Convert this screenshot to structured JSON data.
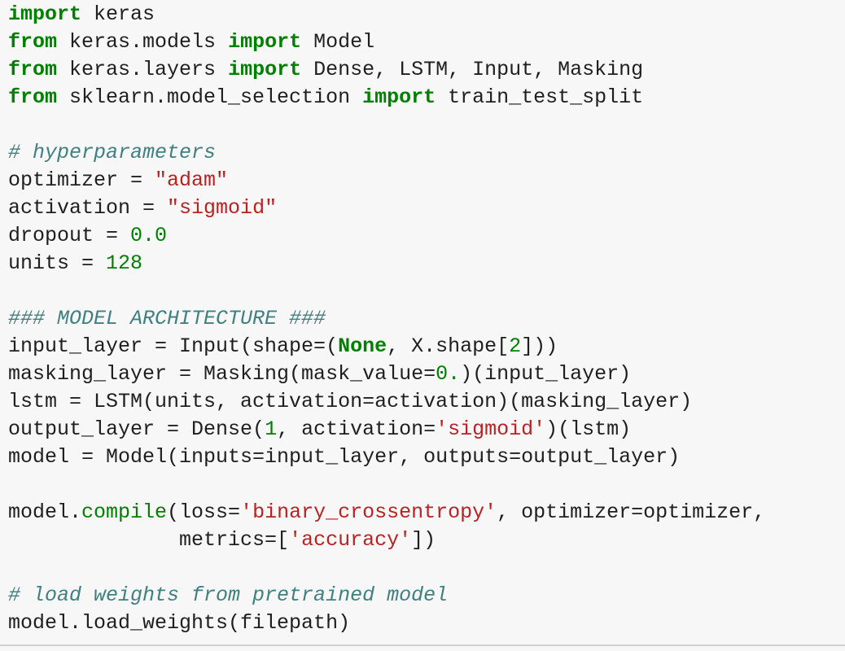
{
  "code_cell": {
    "lines": [
      [
        {
          "t": "kw",
          "v": "import"
        },
        {
          "t": "txt",
          "v": " keras"
        }
      ],
      [
        {
          "t": "kw",
          "v": "from"
        },
        {
          "t": "txt",
          "v": " keras.models "
        },
        {
          "t": "kw",
          "v": "import"
        },
        {
          "t": "txt",
          "v": " Model"
        }
      ],
      [
        {
          "t": "kw",
          "v": "from"
        },
        {
          "t": "txt",
          "v": " keras.layers "
        },
        {
          "t": "kw",
          "v": "import"
        },
        {
          "t": "txt",
          "v": " Dense, LSTM, Input, Masking"
        }
      ],
      [
        {
          "t": "kw",
          "v": "from"
        },
        {
          "t": "txt",
          "v": " sklearn.model_selection "
        },
        {
          "t": "kw",
          "v": "import"
        },
        {
          "t": "txt",
          "v": " train_test_split"
        }
      ],
      [],
      [
        {
          "t": "cmt",
          "v": "# hyperparameters"
        }
      ],
      [
        {
          "t": "txt",
          "v": "optimizer = "
        },
        {
          "t": "str",
          "v": "\"adam\""
        }
      ],
      [
        {
          "t": "txt",
          "v": "activation = "
        },
        {
          "t": "str",
          "v": "\"sigmoid\""
        }
      ],
      [
        {
          "t": "txt",
          "v": "dropout = "
        },
        {
          "t": "num",
          "v": "0.0"
        }
      ],
      [
        {
          "t": "txt",
          "v": "units = "
        },
        {
          "t": "num",
          "v": "128"
        }
      ],
      [],
      [
        {
          "t": "cmt",
          "v": "### MODEL ARCHITECTURE ###"
        }
      ],
      [
        {
          "t": "txt",
          "v": "input_layer = Input(shape=("
        },
        {
          "t": "kw",
          "v": "None"
        },
        {
          "t": "txt",
          "v": ", X.shape["
        },
        {
          "t": "num",
          "v": "2"
        },
        {
          "t": "txt",
          "v": "]))"
        }
      ],
      [
        {
          "t": "txt",
          "v": "masking_layer = Masking(mask_value="
        },
        {
          "t": "num",
          "v": "0."
        },
        {
          "t": "txt",
          "v": ")(input_layer)"
        }
      ],
      [
        {
          "t": "txt",
          "v": "lstm = LSTM(units, activation=activation)(masking_layer)"
        }
      ],
      [
        {
          "t": "txt",
          "v": "output_layer = Dense("
        },
        {
          "t": "num",
          "v": "1"
        },
        {
          "t": "txt",
          "v": ", activation="
        },
        {
          "t": "str",
          "v": "'sigmoid'"
        },
        {
          "t": "txt",
          "v": ")(lstm)"
        }
      ],
      [
        {
          "t": "txt",
          "v": "model = Model(inputs=input_layer, outputs=output_layer)"
        }
      ],
      [],
      [
        {
          "t": "txt",
          "v": "model."
        },
        {
          "t": "fn",
          "v": "compile"
        },
        {
          "t": "txt",
          "v": "(loss="
        },
        {
          "t": "str",
          "v": "'binary_crossentropy'"
        },
        {
          "t": "txt",
          "v": ", optimizer=optimizer,"
        }
      ],
      [
        {
          "t": "txt",
          "v": "              metrics=["
        },
        {
          "t": "str",
          "v": "'accuracy'"
        },
        {
          "t": "txt",
          "v": "])"
        }
      ],
      [],
      [
        {
          "t": "cmt",
          "v": "# load weights from pretrained model"
        }
      ],
      [
        {
          "t": "txt",
          "v": "model.load_weights(filepath)"
        }
      ]
    ]
  }
}
